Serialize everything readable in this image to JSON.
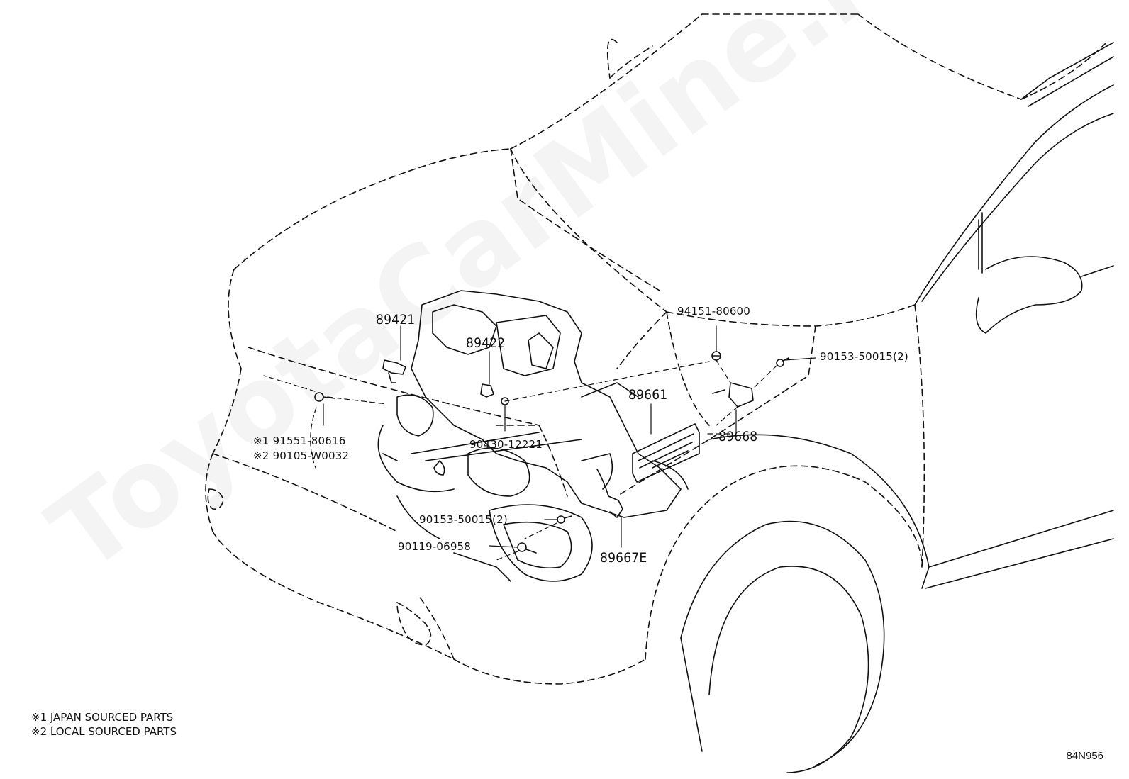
{
  "watermark": "ToyotaCarMine.ru",
  "parts": {
    "p89421": "89421",
    "p89422": "89422",
    "p94151": "94151-80600",
    "p90153_top": "90153-50015(2)",
    "p89661": "89661",
    "p89668": "89668",
    "p90430": "90430-12221",
    "p91551": "※1 91551-80616",
    "p90105": "※2 90105-W0032",
    "p90153_low": "90153-50015(2)",
    "p90119": "90119-06958",
    "p89667e": "89667E"
  },
  "notes": {
    "n1": "※1 JAPAN SOURCED PARTS",
    "n2": "※2 LOCAL SOURCED PARTS"
  },
  "ref_code": "84N956"
}
